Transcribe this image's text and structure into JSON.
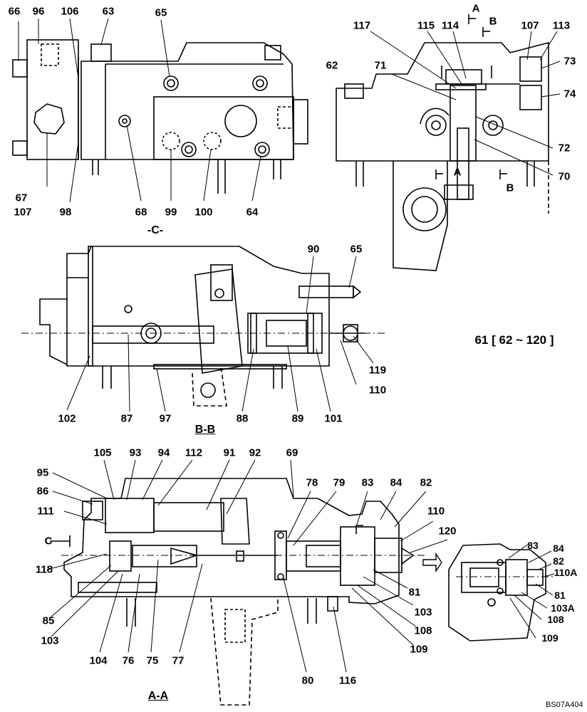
{
  "views": {
    "c_title": "-C-",
    "bb_title": "B-B",
    "aa_title": "A-A"
  },
  "kit_label": "61 [ 62 ~ 120 ]",
  "image_code": "BS07A404",
  "section_marks": {
    "a": "A",
    "b": "B",
    "c": "C"
  },
  "callouts": {
    "c66": "66",
    "c96": "96",
    "c106": "106",
    "c63": "63",
    "c65a": "65",
    "c67": "67",
    "c107a": "107",
    "c98": "98",
    "c68": "68",
    "c99": "99",
    "c100": "100",
    "c64": "64",
    "c62": "62",
    "c117": "117",
    "c115": "115",
    "c114": "114",
    "c107b": "107",
    "c113": "113",
    "c71": "71",
    "c73": "73",
    "c74": "74",
    "c72": "72",
    "c70": "70",
    "c90": "90",
    "c65b": "65",
    "c119": "119",
    "c110a": "110",
    "c102": "102",
    "c87": "87",
    "c97": "97",
    "c88": "88",
    "c89": "89",
    "c101": "101",
    "c105": "105",
    "c93": "93",
    "c94": "94",
    "c112": "112",
    "c91": "91",
    "c92": "92",
    "c69": "69",
    "c95": "95",
    "c86": "86",
    "c78": "78",
    "c79": "79",
    "c83a": "83",
    "c84a": "84",
    "c82a": "82",
    "c111": "111",
    "c110b": "110",
    "c120": "120",
    "c118": "118",
    "c81a": "81",
    "c85": "85",
    "c103a": "103",
    "c103b": "103",
    "c108a": "108",
    "c109a": "109",
    "c104": "104",
    "c76": "76",
    "c75": "75",
    "c77": "77",
    "c80": "80",
    "c116": "116",
    "c83b": "83",
    "c84b": "84",
    "c82b": "82",
    "c110A": "110A",
    "c81b": "81",
    "c103A": "103A",
    "c108b": "108",
    "c109b": "109"
  }
}
